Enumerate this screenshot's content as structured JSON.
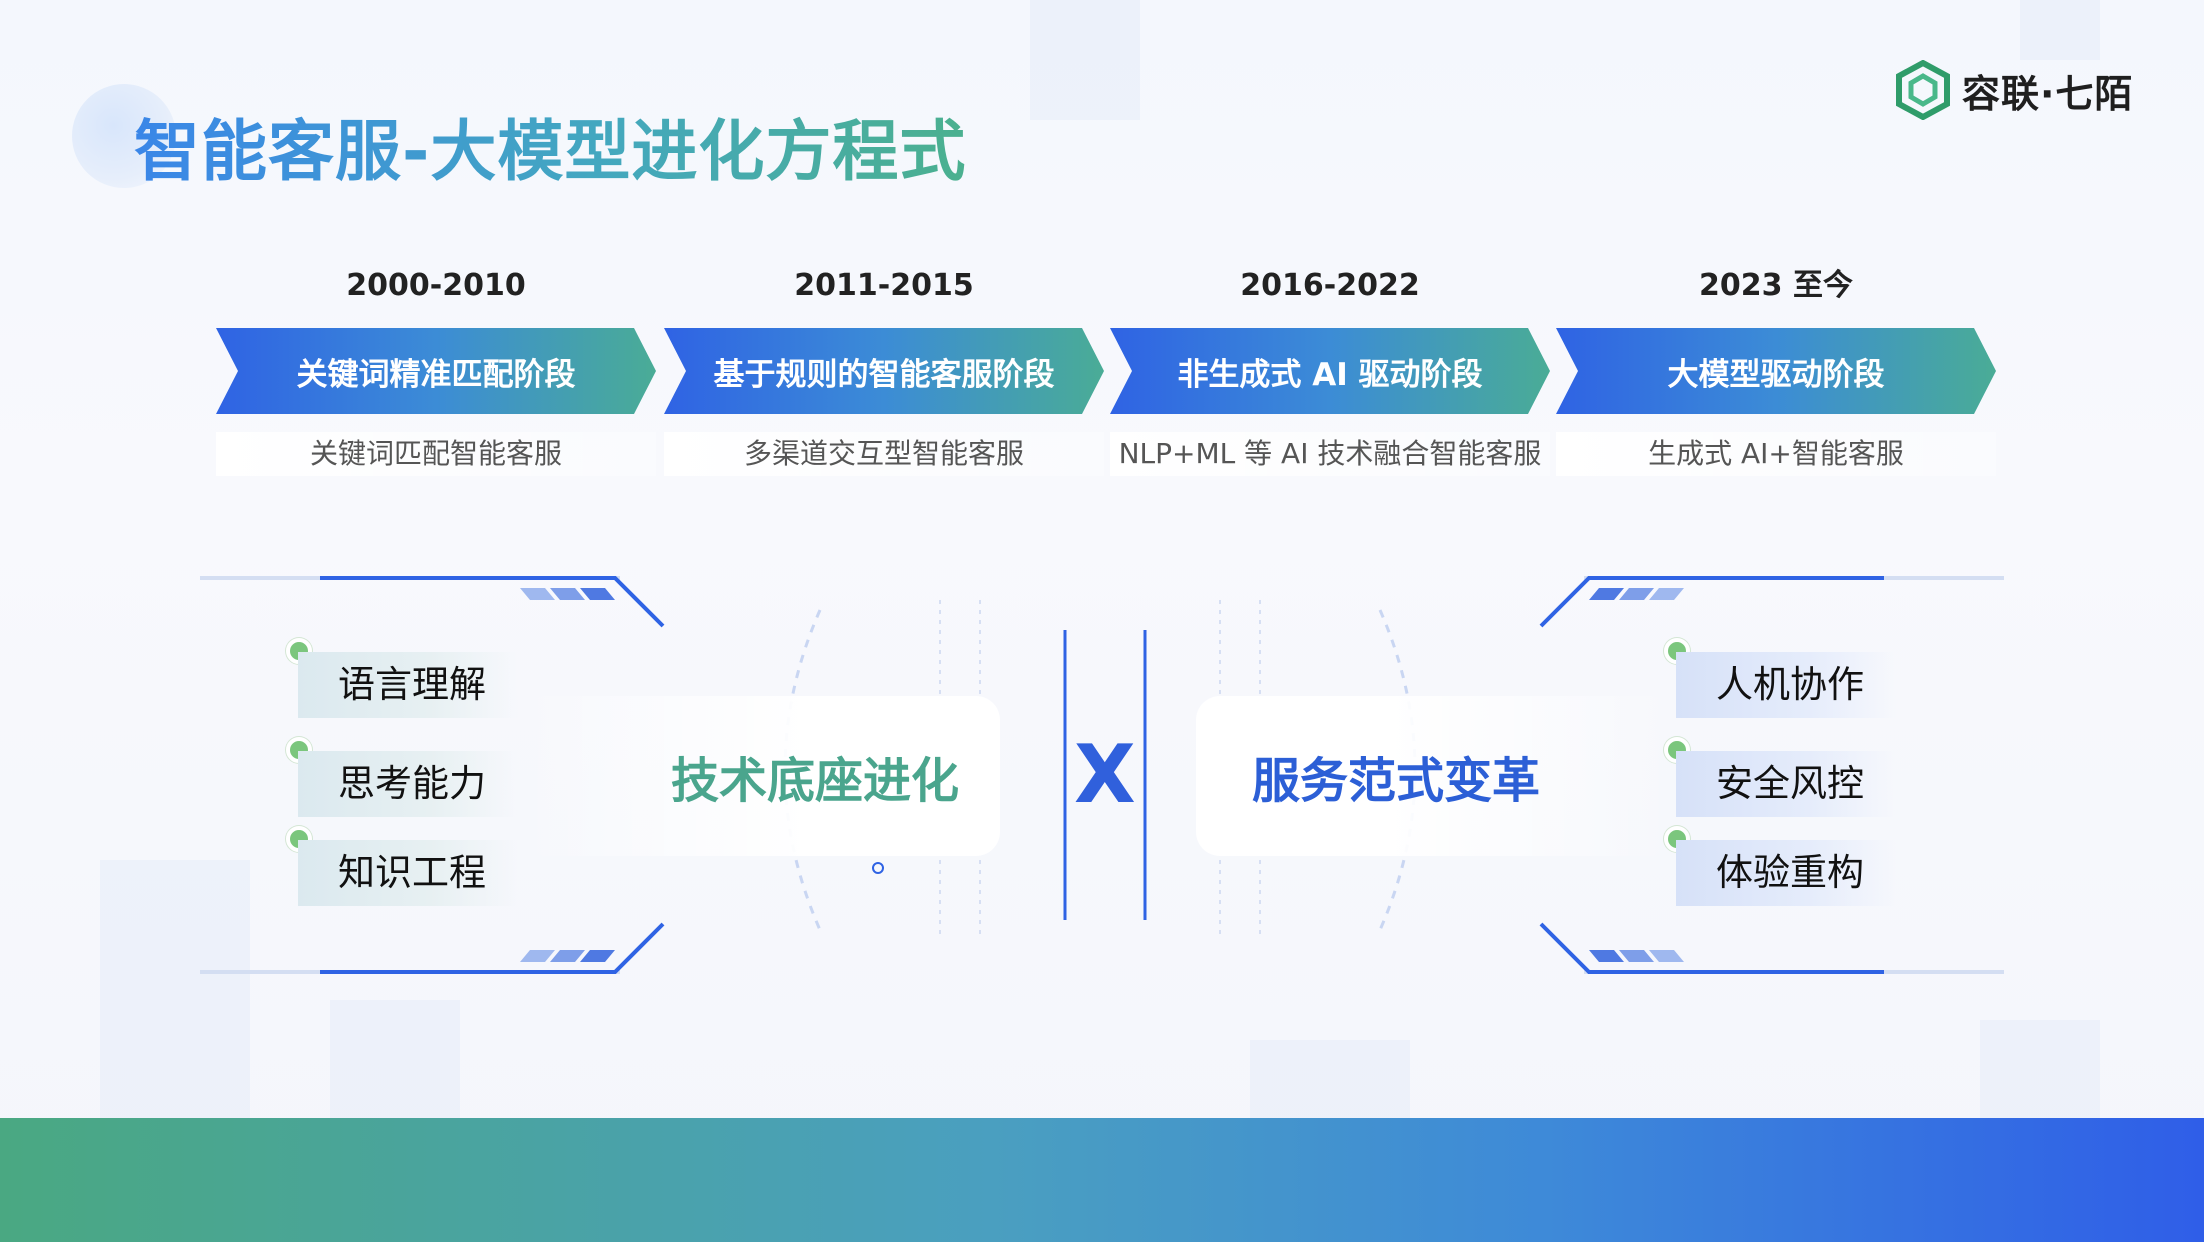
{
  "header": {
    "title": "智能客服-大模型进化方程式",
    "logo_text": "容联·七陌",
    "logo_color": "#2f9c6a"
  },
  "timeline": [
    {
      "year": "2000-2010",
      "stage": "关键词精准匹配阶段",
      "desc": "关键词匹配智能客服"
    },
    {
      "year": "2011-2015",
      "stage": "基于规则的智能客服阶段",
      "desc": "多渠道交互型智能客服"
    },
    {
      "year": "2016-2022",
      "stage": "非生成式 AI 驱动阶段",
      "desc": "NLP+ML 等 AI 技术融合智能客服"
    },
    {
      "year": "2023 至今",
      "stage": "大模型驱动阶段",
      "desc": "生成式 AI+智能客服"
    }
  ],
  "left_panel": {
    "items": [
      "语言理解",
      "思考能力",
      "知识工程"
    ],
    "core": "技术底座进化"
  },
  "operator": "X",
  "right_panel": {
    "items": [
      "人机协作",
      "安全风控",
      "体验重构"
    ],
    "core": "服务范式变革"
  },
  "colors": {
    "accent_blue": "#2f63e4",
    "accent_green": "#4aac96",
    "dot_green": "#7bc67d"
  }
}
